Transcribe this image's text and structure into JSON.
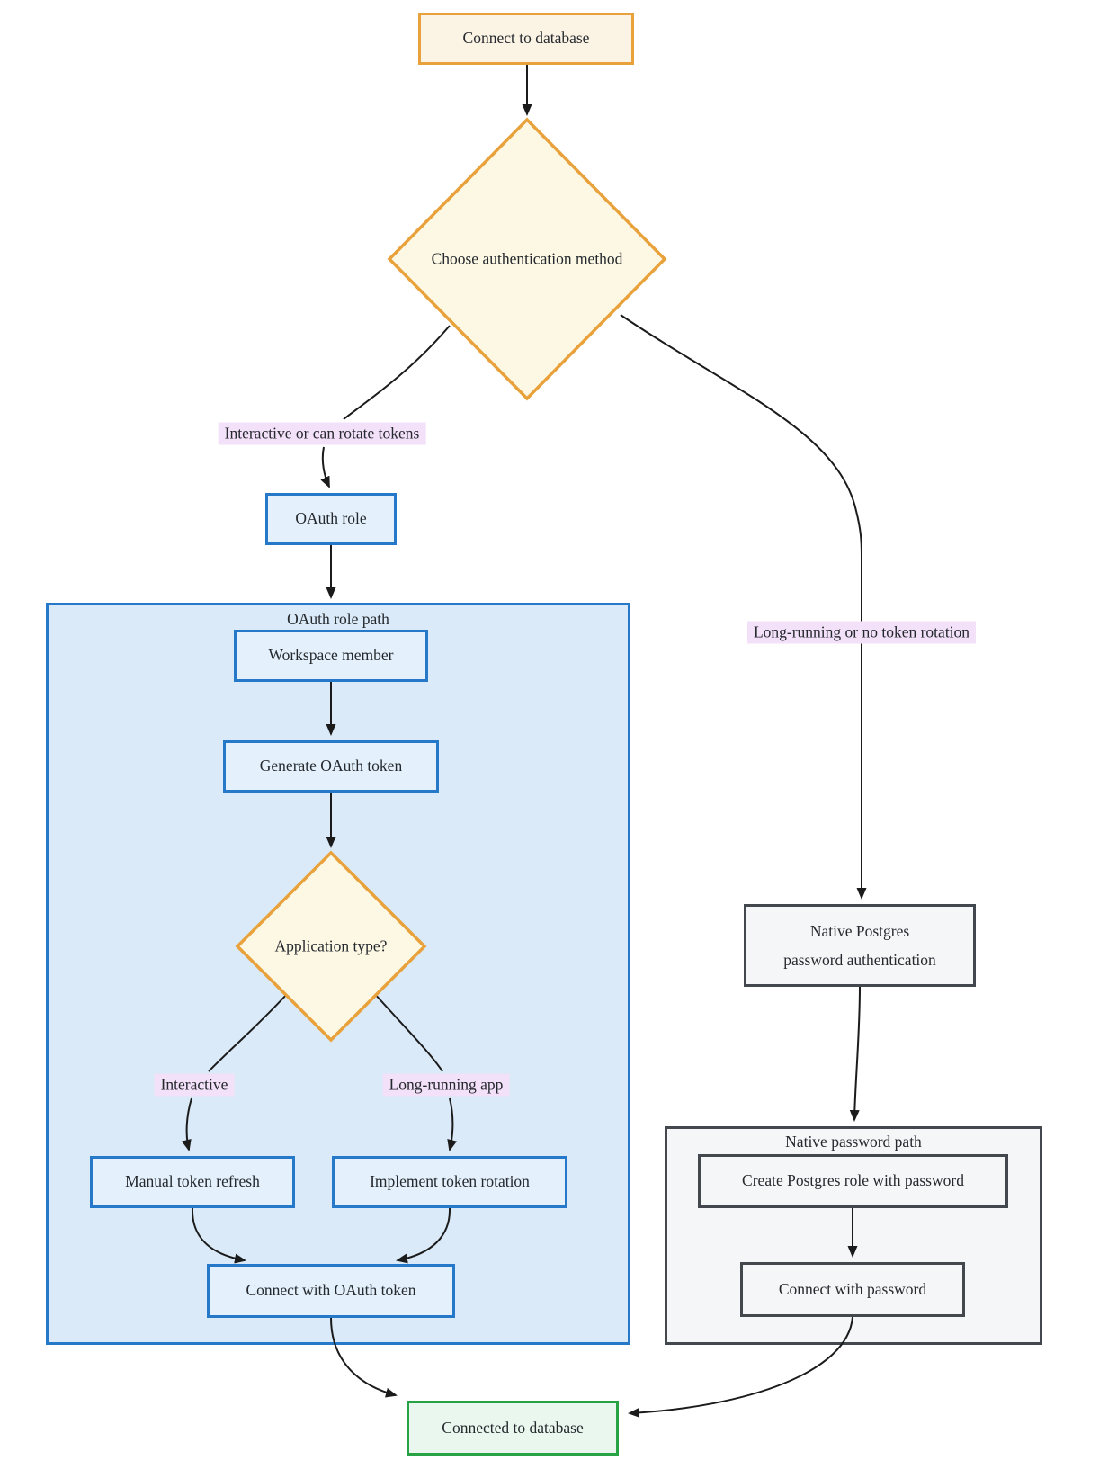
{
  "diagram": {
    "type": "flowchart",
    "nodes": {
      "connect_db": {
        "label": "Connect to database"
      },
      "choose_auth": {
        "label": "Choose authentication method"
      },
      "oauth_role": {
        "label": "OAuth role"
      },
      "workspace_member": {
        "label": "Workspace member"
      },
      "generate_oauth_token": {
        "label": "Generate OAuth token"
      },
      "application_type": {
        "label": "Application type?"
      },
      "manual_token_refresh": {
        "label": "Manual token refresh"
      },
      "implement_token_rotation": {
        "label": "Implement token rotation"
      },
      "connect_with_oauth_token": {
        "label": "Connect with OAuth token"
      },
      "native_postgres_auth": {
        "label": "Native Postgres\npassword authentication"
      },
      "create_postgres_role": {
        "label": "Create Postgres role with password"
      },
      "connect_with_password": {
        "label": "Connect with password"
      },
      "connected_to_database": {
        "label": "Connected to database"
      }
    },
    "subgraphs": {
      "oauth_role_path": {
        "title": "OAuth role path"
      },
      "native_password_path": {
        "title": "Native password path"
      }
    },
    "edge_labels": {
      "interactive_or_can_rotate": "Interactive or can rotate tokens",
      "long_running_or_no_rotation": "Long-running or no token rotation",
      "interactive": "Interactive",
      "long_running_app": "Long-running app"
    },
    "edges": [
      {
        "from": "connect_db",
        "to": "choose_auth",
        "label": ""
      },
      {
        "from": "choose_auth",
        "to": "oauth_role",
        "label": "Interactive or can rotate tokens"
      },
      {
        "from": "choose_auth",
        "to": "native_postgres_auth",
        "label": "Long-running or no token rotation"
      },
      {
        "from": "oauth_role",
        "to": "oauth_role_path",
        "label": ""
      },
      {
        "from": "workspace_member",
        "to": "generate_oauth_token",
        "label": ""
      },
      {
        "from": "generate_oauth_token",
        "to": "application_type",
        "label": ""
      },
      {
        "from": "application_type",
        "to": "manual_token_refresh",
        "label": "Interactive"
      },
      {
        "from": "application_type",
        "to": "implement_token_rotation",
        "label": "Long-running app"
      },
      {
        "from": "manual_token_refresh",
        "to": "connect_with_oauth_token",
        "label": ""
      },
      {
        "from": "implement_token_rotation",
        "to": "connect_with_oauth_token",
        "label": ""
      },
      {
        "from": "native_postgres_auth",
        "to": "native_password_path",
        "label": ""
      },
      {
        "from": "create_postgres_role",
        "to": "connect_with_password",
        "label": ""
      },
      {
        "from": "connect_with_oauth_token",
        "to": "connected_to_database",
        "label": ""
      },
      {
        "from": "connect_with_password",
        "to": "connected_to_database",
        "label": ""
      }
    ],
    "colors": {
      "orange_border": "#E9A23B",
      "cream_fill": "#FBF3E4",
      "pale_yellow_fill": "#FCF8E4",
      "blue_border": "#2579C8",
      "blue_node_fill": "#E4F1FC",
      "blue_container_fill": "#DAEAF8",
      "lavender_label_bg": "#F3E0F9",
      "gray_border": "#43484E",
      "gray_fill": "#F5F6F8",
      "green_border": "#27A346",
      "green_fill": "#EAF7EE",
      "edge_color": "#1B1B1B",
      "text_color": "#25292E"
    }
  }
}
